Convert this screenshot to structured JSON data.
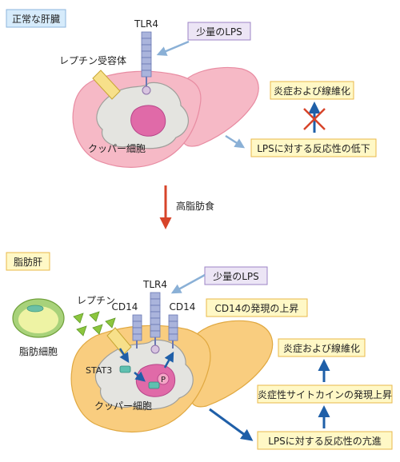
{
  "top_panel": {
    "title": "正常な肝臓",
    "tlr4_label": "TLR4",
    "lps_label": "少量のLPS",
    "leptin_receptor_label": "レプチン受容体",
    "kupffer_label": "クッパー細胞",
    "inflammation_label": "炎症および線維化",
    "lps_response_label": "LPSに対する反応性の低下"
  },
  "transition": {
    "label": "高脂肪食"
  },
  "bottom_panel": {
    "title": "脂肪肝",
    "lps_label": "少量のLPS",
    "tlr4_label": "TLR4",
    "cd14_left_label": "CD14",
    "cd14_right_label": "CD14",
    "cd14_up_label": "CD14の発現の上昇",
    "leptin_label": "レプチン",
    "adipocyte_label": "脂肪細胞",
    "stat3_label": "STAT3",
    "phospho_label": "P",
    "kupffer_label": "クッパー細胞",
    "inflammation_label": "炎症および線維化",
    "cytokine_label": "炎症性サイトカインの発現上昇",
    "lps_response_label": "LPSに対する反応性の亢進"
  },
  "colors": {
    "liver_normal": "#f6b9c6",
    "liver_fatty": "#f9cd7f",
    "kupffer": "#e4e4e0",
    "nucleus": "#e06aa8",
    "receptor": "#aab4dc",
    "box_fill": "#fff8c6",
    "box_border": "#e8b84a",
    "arrow_blue": "#1f5fa8",
    "arrow_light": "#8ab0d6",
    "arrow_red": "#d7442a",
    "leptin_green": "#8cc63e",
    "stat3": "#5fc0b0"
  }
}
